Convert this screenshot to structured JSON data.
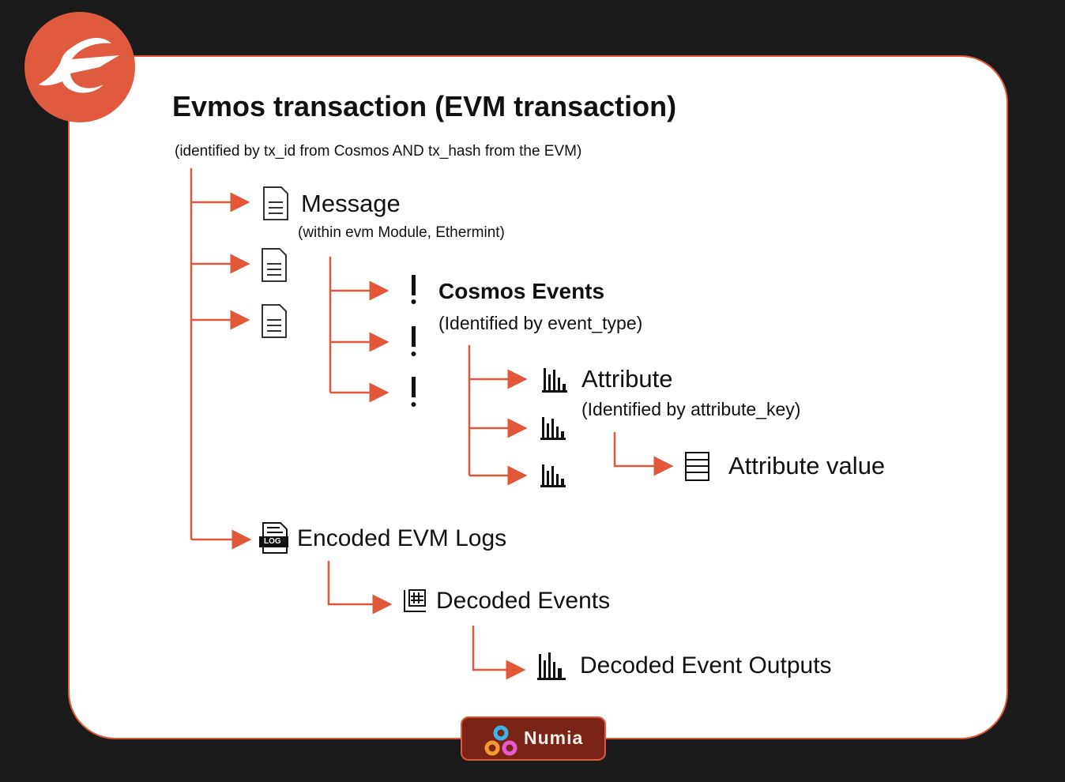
{
  "title": "Evmos transaction (EVM transaction)",
  "subtitle": "(identified by tx_id from Cosmos AND tx_hash from the EVM)",
  "message": {
    "label": "Message",
    "note": "(within evm Module, Ethermint)"
  },
  "cosmos_events": {
    "label": "Cosmos Events",
    "note": "(Identified by event_type)"
  },
  "attribute": {
    "label": "Attribute",
    "note": "(Identified by attribute_key)"
  },
  "attribute_value": {
    "label": "Attribute value"
  },
  "encoded_logs": {
    "label": "Encoded EVM Logs",
    "badge": "LOG"
  },
  "decoded_events": {
    "label": "Decoded Events"
  },
  "decoded_outputs": {
    "label": "Decoded Event Outputs"
  },
  "brand": {
    "name": "Numia"
  },
  "colors": {
    "accent": "#e0573a",
    "background": "#1b1b1b",
    "numia_bg": "#7a2416"
  }
}
